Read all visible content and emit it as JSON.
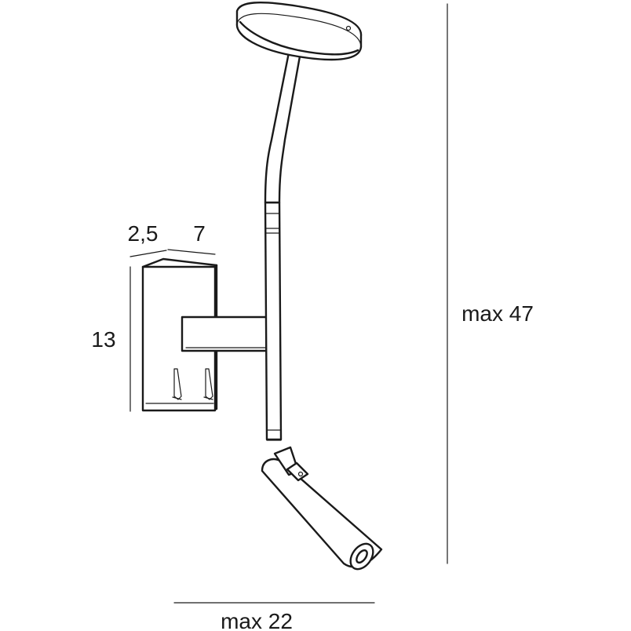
{
  "dimensions": {
    "depth_base": "2,5",
    "depth_arm": "7",
    "height_base": "13",
    "height_max": "max 47",
    "width_max": "max 22"
  },
  "colors": {
    "line": "#1a1a1a",
    "background": "#ffffff"
  }
}
